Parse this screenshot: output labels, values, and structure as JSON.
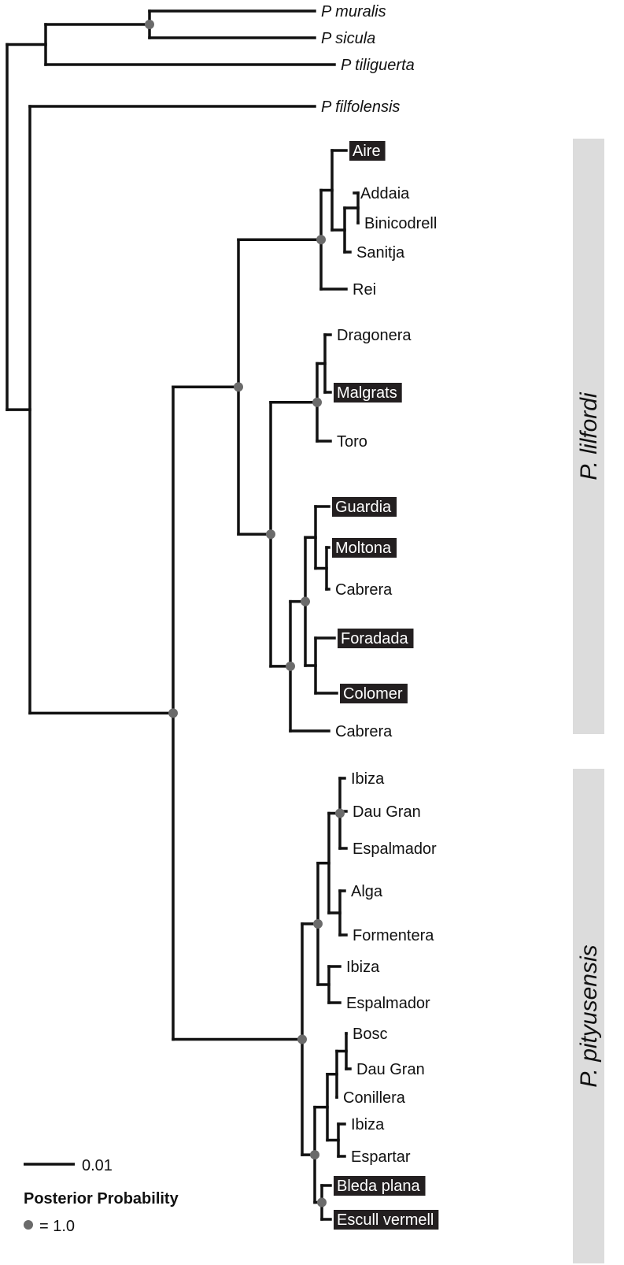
{
  "colors": {
    "branch": "#111111",
    "node": "#6b6b6b",
    "highlight_bg": "#231f20",
    "highlight_text": "#ffffff",
    "clade_bar": "#dcdcdc"
  },
  "taxa": [
    {
      "id": "muralis",
      "label": "P muralis",
      "italic": true,
      "highlight": false
    },
    {
      "id": "sicula",
      "label": "P sicula",
      "italic": true,
      "highlight": false
    },
    {
      "id": "tiliguerta",
      "label": "P tiliguerta",
      "italic": true,
      "highlight": false
    },
    {
      "id": "filfolensis",
      "label": "P filfolensis",
      "italic": true,
      "highlight": false
    },
    {
      "id": "aire",
      "label": "Aire",
      "italic": false,
      "highlight": true
    },
    {
      "id": "addaia",
      "label": "Addaia",
      "italic": false,
      "highlight": false
    },
    {
      "id": "binicodrell",
      "label": "Binicodrell",
      "italic": false,
      "highlight": false
    },
    {
      "id": "sanitja",
      "label": "Sanitja",
      "italic": false,
      "highlight": false
    },
    {
      "id": "rei",
      "label": "Rei",
      "italic": false,
      "highlight": false
    },
    {
      "id": "dragonera",
      "label": "Dragonera",
      "italic": false,
      "highlight": false
    },
    {
      "id": "malgrats",
      "label": "Malgrats",
      "italic": false,
      "highlight": true
    },
    {
      "id": "toro",
      "label": "Toro",
      "italic": false,
      "highlight": false
    },
    {
      "id": "guardia",
      "label": "Guardia",
      "italic": false,
      "highlight": true
    },
    {
      "id": "moltona",
      "label": "Moltona",
      "italic": false,
      "highlight": true
    },
    {
      "id": "cabrera1",
      "label": "Cabrera",
      "italic": false,
      "highlight": false
    },
    {
      "id": "foradada",
      "label": "Foradada",
      "italic": false,
      "highlight": true
    },
    {
      "id": "colomer",
      "label": "Colomer",
      "italic": false,
      "highlight": true
    },
    {
      "id": "cabrera2",
      "label": "Cabrera",
      "italic": false,
      "highlight": false
    },
    {
      "id": "ibiza1",
      "label": "Ibiza",
      "italic": false,
      "highlight": false
    },
    {
      "id": "daugran1",
      "label": "Dau Gran",
      "italic": false,
      "highlight": false
    },
    {
      "id": "espalmador1",
      "label": "Espalmador",
      "italic": false,
      "highlight": false
    },
    {
      "id": "alga",
      "label": "Alga",
      "italic": false,
      "highlight": false
    },
    {
      "id": "formentera",
      "label": "Formentera",
      "italic": false,
      "highlight": false
    },
    {
      "id": "ibiza2",
      "label": "Ibiza",
      "italic": false,
      "highlight": false
    },
    {
      "id": "espalmador2",
      "label": "Espalmador",
      "italic": false,
      "highlight": false
    },
    {
      "id": "bosc",
      "label": "Bosc",
      "italic": false,
      "highlight": false
    },
    {
      "id": "daugran2",
      "label": "Dau Gran",
      "italic": false,
      "highlight": false
    },
    {
      "id": "conillera",
      "label": "Conillera",
      "italic": false,
      "highlight": false
    },
    {
      "id": "ibiza3",
      "label": "Ibiza",
      "italic": false,
      "highlight": false
    },
    {
      "id": "espartar",
      "label": "Espartar",
      "italic": false,
      "highlight": false
    },
    {
      "id": "bledaplana",
      "label": "Bleda plana",
      "italic": false,
      "highlight": true
    },
    {
      "id": "escullvermell",
      "label": "Escull vermell",
      "italic": false,
      "highlight": true
    }
  ],
  "clades": [
    {
      "id": "lilfordi",
      "label": "P. lilfordi"
    },
    {
      "id": "pityusensis",
      "label": "P. pityusensis"
    }
  ],
  "legend": {
    "scale_value": "0.01",
    "posterior_title": "Posterior Probability",
    "posterior_value": "= 1.0"
  }
}
